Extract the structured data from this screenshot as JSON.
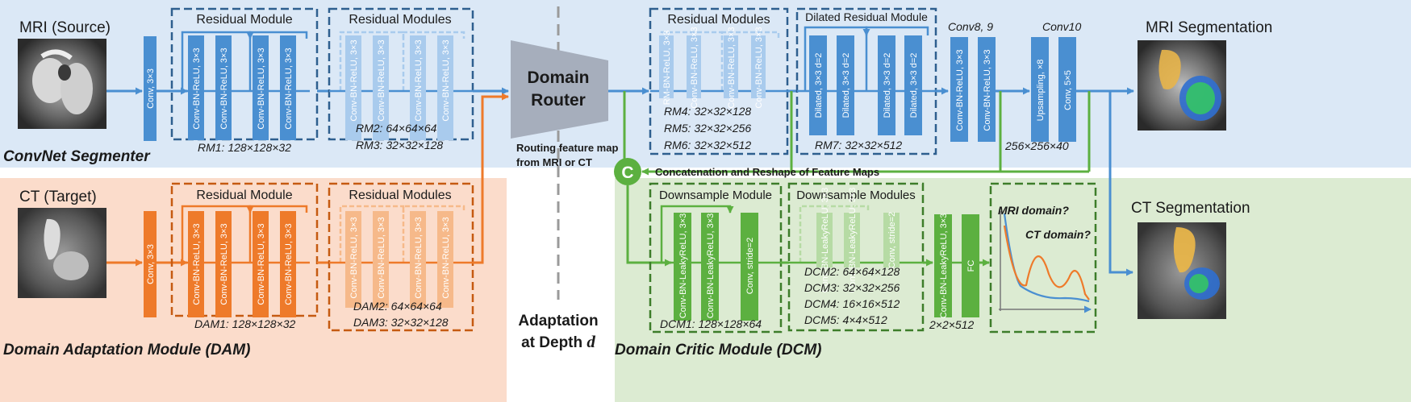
{
  "colors": {
    "blue_bg": "#dbe8f6",
    "blue": "#4a8fd1",
    "blue_light": "#a9cbed",
    "blue_dash": "#2e5f8f",
    "orange_bg": "#fbdccb",
    "orange": "#ee7a2a",
    "orange_light": "#f6b98a",
    "orange_dash": "#c55a11",
    "green_bg": "#dcebd2",
    "green": "#5cb040",
    "green_light": "#b6dba4",
    "green_dash": "#3d7d2a",
    "router": "#a6aebc"
  },
  "segmenter": {
    "source_label": "MRI (Source)",
    "name": "ConvNet Segmenter",
    "conv": "Conv, 3×3",
    "rm1": {
      "title": "Residual Module",
      "layers": [
        "Conv-BN-ReLU, 3×3",
        "Conv-BN-ReLU, 3×3",
        "Conv-BN-ReLU, 3×3",
        "Conv-BN-ReLU, 3×3"
      ],
      "size": "RM1: 128×128×32"
    },
    "rm23": {
      "title": "Residual Modules",
      "layers": [
        "Conv-BN-ReLU, 3×3",
        "Conv-BN-ReLU, 3×3",
        "Conv-BN-ReLU, 3×3",
        "Conv-BN-ReLU, 3×3"
      ],
      "sizes": [
        "RM2: 64×64×64",
        "RM3: 32×32×128"
      ]
    },
    "rm456": {
      "title": "Residual Modules",
      "layers": [
        "RM-BN-ReLU, 3×3",
        "Conv-BN-ReLU, 3×3",
        "Conv-BN-ReLU, 3×3",
        "Conv-BN-ReLU, 3×3"
      ],
      "sizes": [
        "RM4: 32×32×128",
        "RM5: 32×32×256",
        "RM6: 32×32×512"
      ]
    },
    "rm7": {
      "title": "Dilated Residual Module",
      "layers": [
        "Dilated, 3×3 d=2",
        "Dilated, 3×3 d=2",
        "Dilated, 3×3 d=2",
        "Dilated, 3×3 d=2"
      ],
      "size": "RM7: 32×32×512"
    },
    "conv89": {
      "title": "Conv8, 9",
      "layers": [
        "Conv-BN-ReLU, 3×3",
        "Conv-BN-ReLU, 3×3"
      ]
    },
    "conv10": {
      "title": "Conv10",
      "layers": [
        "Upsampling, ×8",
        "Conv, 5×5"
      ],
      "size": "256×256×40"
    },
    "output_label": "MRI Segmentation"
  },
  "router": {
    "title_line1": "Domain",
    "title_line2": "Router",
    "caption_line1": "Routing feature map",
    "caption_line2": "from MRI or CT"
  },
  "adaptation": {
    "line1": "Adaptation",
    "line2": "at Depth ",
    "var": "d"
  },
  "dam": {
    "target_label": "CT (Target)",
    "name": "Domain Adaptation Module (DAM)",
    "conv": "Conv, 3×3",
    "dam1": {
      "title": "Residual Module",
      "layers": [
        "Conv-BN-ReLU, 3×3",
        "Conv-BN-ReLU, 3×3",
        "Conv-BN-ReLU, 3×3",
        "Conv-BN-ReLU, 3×3"
      ],
      "size": "DAM1: 128×128×32"
    },
    "dam23": {
      "title": "Residual Modules",
      "layers": [
        "Conv-BN-ReLU, 3×3",
        "Conv-BN-ReLU, 3×3",
        "Conv-BN-ReLU, 3×3",
        "Conv-BN-ReLU, 3×3"
      ],
      "sizes": [
        "DAM2: 64×64×64",
        "DAM3: 32×32×128"
      ]
    }
  },
  "dcm": {
    "name": "Domain Critic Module (DCM)",
    "concat_symbol": "C",
    "concat_label": "Concatenation and Reshape of Feature Maps",
    "dcm1": {
      "title": "Downsample Module",
      "layers": [
        "Conv-BN-LeakyReLU, 3×3",
        "Conv-BN-LeakyReLU, 3×3",
        "Conv, stride=2"
      ],
      "size": "DCM1: 128×128×64"
    },
    "dcm25": {
      "title": "Downsample Modules",
      "layers": [
        "Conv-BN-LeakyReLU, 3×3",
        "Conv-BN-LeakyReLU, 3×3",
        "Conv, stride=2"
      ],
      "sizes": [
        "DCM2: 64×64×128",
        "DCM3: 32×32×256",
        "DCM4: 16×16×512",
        "DCM5: 4×4×512"
      ]
    },
    "final": {
      "layers": [
        "Conv-BN-LeakyReLU, 3×3",
        "FC"
      ],
      "size": "2×2×512"
    },
    "output_labels": [
      "MRI domain?",
      "CT domain?"
    ],
    "ct_output_label": "CT Segmentation"
  }
}
